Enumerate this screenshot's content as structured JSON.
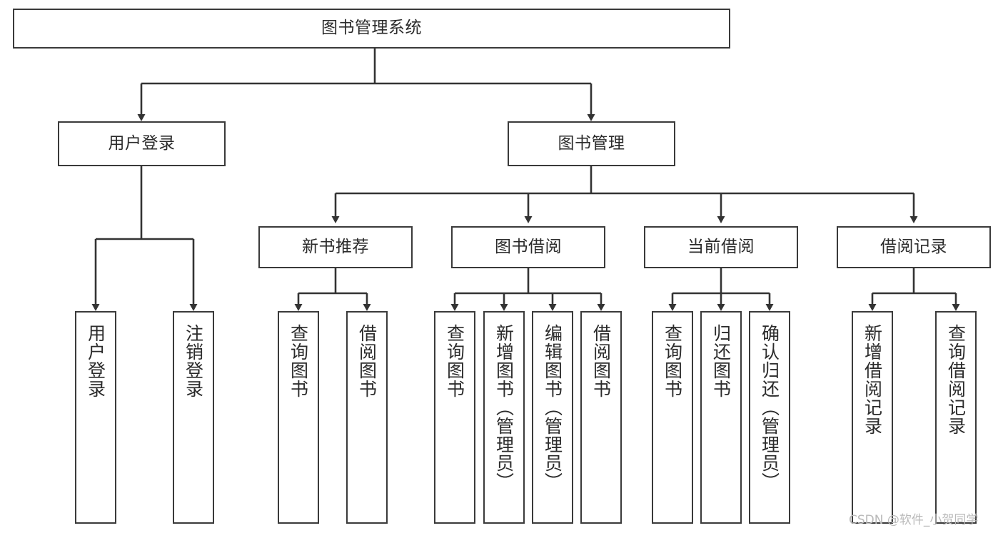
{
  "diagram": {
    "title": "图书管理系统",
    "type": "tree-hierarchy-diagram",
    "colors": {
      "box_border": "#3a3a3a",
      "box_fill": "#ffffff",
      "connector": "#333333",
      "text": "#2b2b2b",
      "watermark": "#b9b9b9",
      "background": "#ffffff"
    },
    "root": {
      "label": "图书管理系统"
    },
    "level2": [
      {
        "label": "用户登录"
      },
      {
        "label": "图书管理"
      }
    ],
    "level3": [
      {
        "label": "新书推荐"
      },
      {
        "label": "图书借阅"
      },
      {
        "label": "当前借阅"
      },
      {
        "label": "借阅记录"
      }
    ],
    "leaves": {
      "user_login": [
        {
          "label": "用户登录"
        },
        {
          "label": "注销登录"
        }
      ],
      "new_book_recommend": [
        {
          "label": "查询图书"
        },
        {
          "label": "借阅图书"
        }
      ],
      "book_borrow": [
        {
          "label": "查询图书"
        },
        {
          "label": "新增图书（管理员）"
        },
        {
          "label": "编辑图书（管理员）"
        },
        {
          "label": "借阅图书"
        }
      ],
      "current_borrow": [
        {
          "label": "查询图书"
        },
        {
          "label": "归还图书"
        },
        {
          "label": "确认归还（管理员）"
        }
      ],
      "borrow_record": [
        {
          "label": "新增借阅记录"
        },
        {
          "label": "查询借阅记录"
        }
      ]
    }
  },
  "watermark": {
    "text": "CSDN @软件_小贺同学"
  }
}
